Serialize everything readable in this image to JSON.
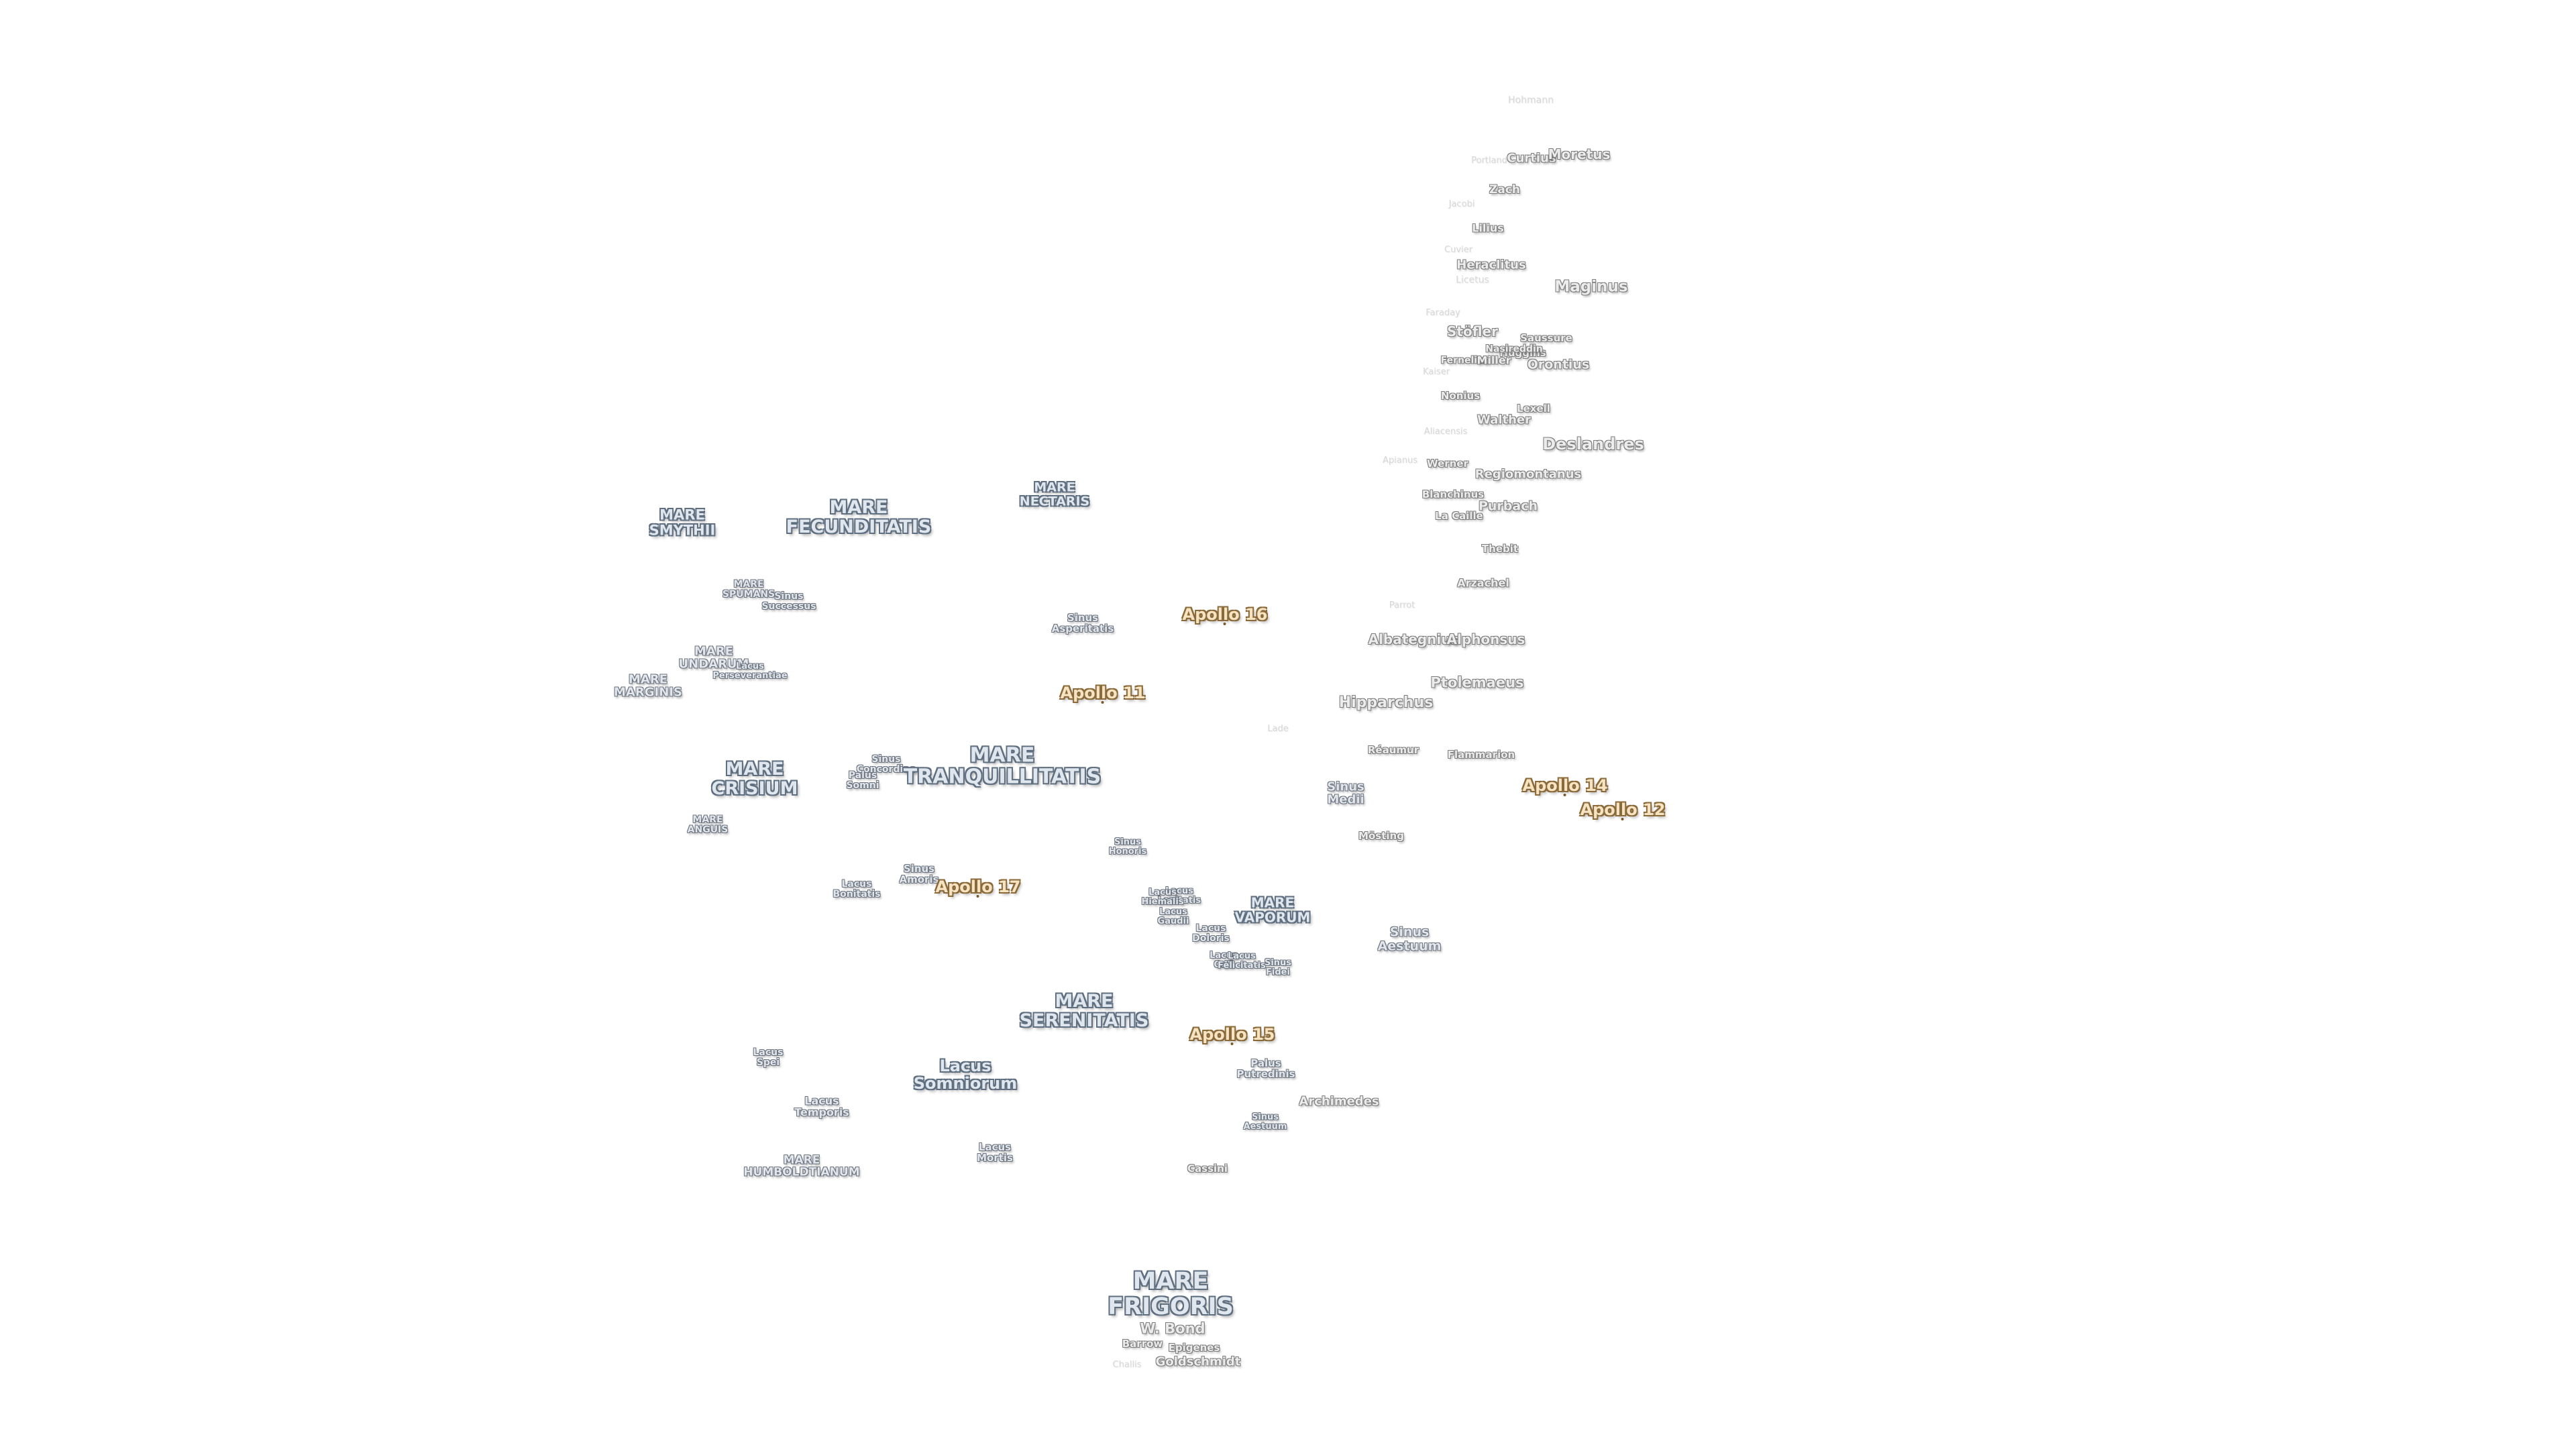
{
  "map": {
    "labels": [
      {
        "name": "Hohmann",
        "text": "Hohmann",
        "kind": "faint"
      },
      {
        "name": "Curtius",
        "text": "Curtius",
        "kind": "crater"
      },
      {
        "name": "Moretus",
        "text": "Moretus",
        "kind": "crater"
      },
      {
        "name": "Portland",
        "text": "Portland",
        "kind": "faint"
      },
      {
        "name": "Zach",
        "text": "Zach",
        "kind": "crater"
      },
      {
        "name": "Jacobi",
        "text": "Jacobi",
        "kind": "faint"
      },
      {
        "name": "Lilius",
        "text": "Lilius",
        "kind": "crater"
      },
      {
        "name": "Cuvier",
        "text": "Cuvier",
        "kind": "faint"
      },
      {
        "name": "Heraclitus",
        "text": "Heraclitus",
        "kind": "crater"
      },
      {
        "name": "Licetus",
        "text": "Licetus",
        "kind": "faint"
      },
      {
        "name": "Maginus",
        "text": "Maginus",
        "kind": "crater"
      },
      {
        "name": "Faraday",
        "text": "Faraday",
        "kind": "faint"
      },
      {
        "name": "Stöfler",
        "text": "Stöfler",
        "kind": "crater"
      },
      {
        "name": "Saussure",
        "text": "Saussure",
        "kind": "crater"
      },
      {
        "name": "Huggins",
        "text": "Huggins",
        "kind": "crater"
      },
      {
        "name": "Nasireddin",
        "text": "Nasireddin",
        "kind": "crater"
      },
      {
        "name": "Fernelius",
        "text": "Fernelius",
        "kind": "crater"
      },
      {
        "name": "Miller",
        "text": "Miller",
        "kind": "crater"
      },
      {
        "name": "Orontius",
        "text": "Orontius",
        "kind": "crater"
      },
      {
        "name": "Kaiser",
        "text": "Kaiser",
        "kind": "faint"
      },
      {
        "name": "Nonius",
        "text": "Nonius",
        "kind": "crater"
      },
      {
        "name": "Lexell",
        "text": "Lexell",
        "kind": "crater"
      },
      {
        "name": "Walther",
        "text": "Walther",
        "kind": "crater"
      },
      {
        "name": "Aliacensis",
        "text": "Aliacensis",
        "kind": "faint"
      },
      {
        "name": "Deslandres",
        "text": "Deslandres",
        "kind": "crater"
      },
      {
        "name": "Apianus",
        "text": "Apianus",
        "kind": "faint"
      },
      {
        "name": "Werner",
        "text": "Werner",
        "kind": "crater"
      },
      {
        "name": "Regiomontanus",
        "text": "Regiomontanus",
        "kind": "crater"
      },
      {
        "name": "Blanchinus",
        "text": "Blanchinus",
        "kind": "crater"
      },
      {
        "name": "Purbach",
        "text": "Purbach",
        "kind": "crater"
      },
      {
        "name": "La Caille",
        "text": "La Caille",
        "kind": "crater"
      },
      {
        "name": "Thebit",
        "text": "Thebit",
        "kind": "crater"
      },
      {
        "name": "Arzachel",
        "text": "Arzachel",
        "kind": "crater"
      },
      {
        "name": "Parrot",
        "text": "Parrot",
        "kind": "faint"
      },
      {
        "name": "Albategnius",
        "text": "Albategnius",
        "kind": "crater"
      },
      {
        "name": "Alphonsus",
        "text": "Alphonsus",
        "kind": "crater"
      },
      {
        "name": "Hipparchus",
        "text": "Hipparchus",
        "kind": "crater"
      },
      {
        "name": "Ptolemaeus",
        "text": "Ptolemaeus",
        "kind": "crater"
      },
      {
        "name": "Lade",
        "text": "Lade",
        "kind": "faint"
      },
      {
        "name": "Réaumur",
        "text": "Réaumur",
        "kind": "crater"
      },
      {
        "name": "Flammarion",
        "text": "Flammarion",
        "kind": "crater"
      },
      {
        "name": "Sinus Medii",
        "text": "Sinus\nMedii",
        "kind": "feature"
      },
      {
        "name": "Mösting",
        "text": "Mösting",
        "kind": "crater"
      },
      {
        "name": "Sinus Aestuum",
        "text": "Sinus\nAestuum",
        "kind": "feature"
      },
      {
        "name": "Archimedes",
        "text": "Archimedes",
        "kind": "crater"
      },
      {
        "name": "Cassini",
        "text": "Cassini",
        "kind": "crater"
      },
      {
        "name": "W. Bond",
        "text": "W. Bond",
        "kind": "crater"
      },
      {
        "name": "Barrow",
        "text": "Barrow",
        "kind": "crater"
      },
      {
        "name": "Epigenes",
        "text": "Epigenes",
        "kind": "crater"
      },
      {
        "name": "Challis",
        "text": "Challis",
        "kind": "faint"
      },
      {
        "name": "Goldschmidt",
        "text": "Goldschmidt",
        "kind": "crater"
      },
      {
        "name": "MARE SMYTHII",
        "text": "MARE\nSMYTHII",
        "kind": "mare"
      },
      {
        "name": "MARE FECUNDITATIS",
        "text": "MARE\nFECUNDITATIS",
        "kind": "mare"
      },
      {
        "name": "MARE NECTARIS",
        "text": "MARE\nNECTARIS",
        "kind": "mare"
      },
      {
        "name": "MARE SPUMANS",
        "text": "MARE\nSPUMANS",
        "kind": "feature"
      },
      {
        "name": "Sinus Successus",
        "text": "Sinus\nSuccessus",
        "kind": "feature"
      },
      {
        "name": "Sinus Asperitatis",
        "text": "Sinus\nAsperitatis",
        "kind": "feature"
      },
      {
        "name": "MARE UNDARUM",
        "text": "MARE\nUNDARUM",
        "kind": "feature"
      },
      {
        "name": "Lacus Perseverantiae",
        "text": "Lacus\nPerseverantiae",
        "kind": "feature"
      },
      {
        "name": "MARE MARGINIS",
        "text": "MARE\nMARGINIS",
        "kind": "feature"
      },
      {
        "name": "MARE CRISIUM",
        "text": "MARE\nCRISIUM",
        "kind": "mare"
      },
      {
        "name": "Sinus Concordiae",
        "text": "Sinus\nConcordiae",
        "kind": "feature"
      },
      {
        "name": "Palus Somni",
        "text": "Palus\nSomni",
        "kind": "feature"
      },
      {
        "name": "MARE TRANQUILLITATIS",
        "text": "MARE\nTRANQUILLITATIS",
        "kind": "mare"
      },
      {
        "name": "MARE ANGUIS",
        "text": "MARE\nANGUIS",
        "kind": "feature"
      },
      {
        "name": "Sinus Honoris",
        "text": "Sinus\nHonoris",
        "kind": "feature"
      },
      {
        "name": "Sinus Amoris",
        "text": "Sinus\nAmoris",
        "kind": "feature"
      },
      {
        "name": "Lacus Bonitatis",
        "text": "Lacus\nBonitatis",
        "kind": "feature"
      },
      {
        "name": "Lacus Lenitatis",
        "text": "Lacus\nLenitatis",
        "kind": "feature"
      },
      {
        "name": "Lacus Hiemalis",
        "text": "Lacus\nHiemalis",
        "kind": "feature"
      },
      {
        "name": "Lacus Gaudii",
        "text": "Lacus\nGaudii",
        "kind": "feature"
      },
      {
        "name": "MARE VAPORUM",
        "text": "MARE\nVAPORUM",
        "kind": "mare"
      },
      {
        "name": "Lacus Doloris",
        "text": "Lacus\nDoloris",
        "kind": "feature"
      },
      {
        "name": "Lacus Odii",
        "text": "Lacus\nOdii",
        "kind": "feature"
      },
      {
        "name": "Lacus Felicitatis",
        "text": "Lacus\nFelicitatis",
        "kind": "feature"
      },
      {
        "name": "Sinus Fidei",
        "text": "Sinus\nFidei",
        "kind": "feature"
      },
      {
        "name": "MARE SERENITATIS",
        "text": "MARE\nSERENITATIS",
        "kind": "mare"
      },
      {
        "name": "Lacus Spei",
        "text": "Lacus\nSpei",
        "kind": "feature"
      },
      {
        "name": "Lacus Somniorum",
        "text": "Lacus\nSomniorum",
        "kind": "mare"
      },
      {
        "name": "Palus Putredinis",
        "text": "Palus\nPutredinis",
        "kind": "feature"
      },
      {
        "name": "Lacus Temporis",
        "text": "Lacus\nTemporis",
        "kind": "feature"
      },
      {
        "name": "Sinus Aestuum small",
        "text": "Sinus\nAestuum",
        "kind": "feature"
      },
      {
        "name": "Lacus Mortis",
        "text": "Lacus\nMortis",
        "kind": "feature"
      },
      {
        "name": "MARE HUMBOLDTIANUM",
        "text": "MARE\nHUMBOLDTIANUM",
        "kind": "feature"
      },
      {
        "name": "MARE FRIGORIS",
        "text": "MARE\nFRIGORIS",
        "kind": "mare"
      },
      {
        "name": "Apollo 16",
        "text": "Apollo 16",
        "kind": "apollo"
      },
      {
        "name": "Apollo 11",
        "text": "Apollo 11",
        "kind": "apollo"
      },
      {
        "name": "Apollo 14",
        "text": "Apollo 14",
        "kind": "apollo"
      },
      {
        "name": "Apollo 12",
        "text": "Apollo 12",
        "kind": "apollo"
      },
      {
        "name": "Apollo 17",
        "text": "Apollo 17",
        "kind": "apollo"
      },
      {
        "name": "Apollo 15",
        "text": "Apollo 15",
        "kind": "apollo"
      }
    ]
  }
}
